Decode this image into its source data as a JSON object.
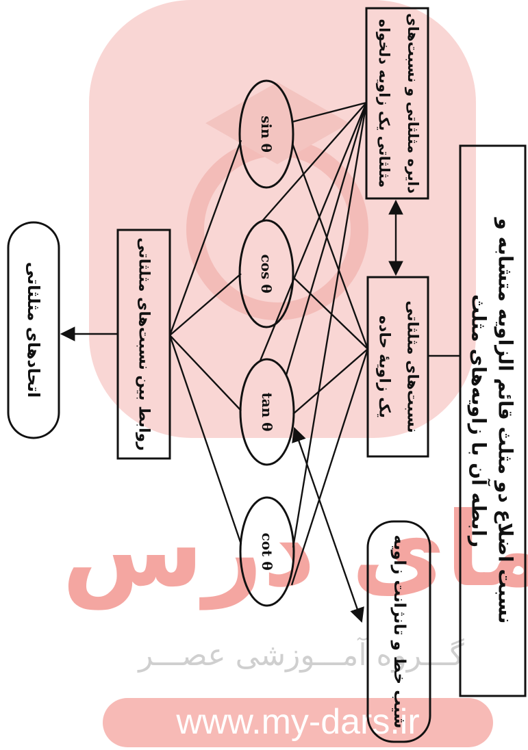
{
  "nodes": {
    "sin": "sin θ",
    "cos": "cos θ",
    "tan": "tan θ",
    "cot": "cot θ"
  },
  "boxes": {
    "arbitrary_angle": {
      "line1": "دایره مثلثاتی و نسبت‌های",
      "line2": "مثلثاتی یک زاویه دلخواه"
    },
    "acute_angle": {
      "line1": "نسبت‌های  مثلثاتی",
      "line2": "یک زاویهٔ حاده"
    },
    "similar_triangles": {
      "line1": "نسبت اضلاع دو مثلث قائم الزاویه متشابه و",
      "line2": "رابطه آن با زاویه‌های مثلث"
    },
    "relations": {
      "label": "روابط بین نسبت‌های مثلثاتی"
    },
    "identities": {
      "label": "اتحادهای مثلثاتی"
    },
    "slope": {
      "label": "شیب خط و تانژانت زاویه"
    }
  },
  "watermark": {
    "brand": "مای درس",
    "group": "گـــروه آمـــوزشی عصـــر",
    "url": "www.my-dars.ir"
  },
  "colors": {
    "ink": "#111111",
    "watermark_pink": "#f9d6d4",
    "watermark_brand": "#f4a6a1",
    "watermark_grey": "#cfcfcf",
    "watermark_pill": "#f7bab6"
  }
}
